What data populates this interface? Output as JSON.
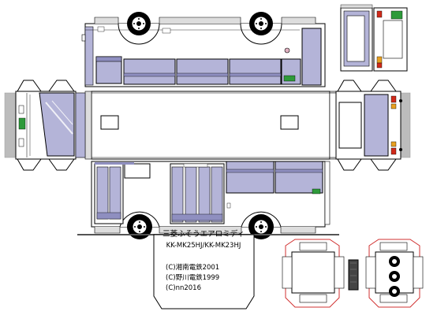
{
  "colors": {
    "body": "#ffffff",
    "window": "#b4b4d8",
    "window_dark": "#8f8fc0",
    "stripe": "#8c8cc0",
    "outline": "#000000",
    "shadow": "#bcbcbc",
    "glue_tab": "#c8c8c8",
    "tire": "#000000",
    "hub": "#ffffff",
    "destination_sign": "#2e9a3a",
    "tail_light": "#d02a1a",
    "indicator": "#e8a020",
    "cut_line": "#d03030"
  },
  "icons": [
    "wheel-icon",
    "destination-sign-icon",
    "tail-light-icon",
    "grille-icon"
  ],
  "label": {
    "model_name": "三菱ふそうエアロミディ",
    "model_code": "KK-MK25HJ/KK-MK23HJ",
    "credits": [
      "(C)湘南電鉄2001",
      "(C)野川電鉄1999",
      "(C)nn2016"
    ]
  }
}
